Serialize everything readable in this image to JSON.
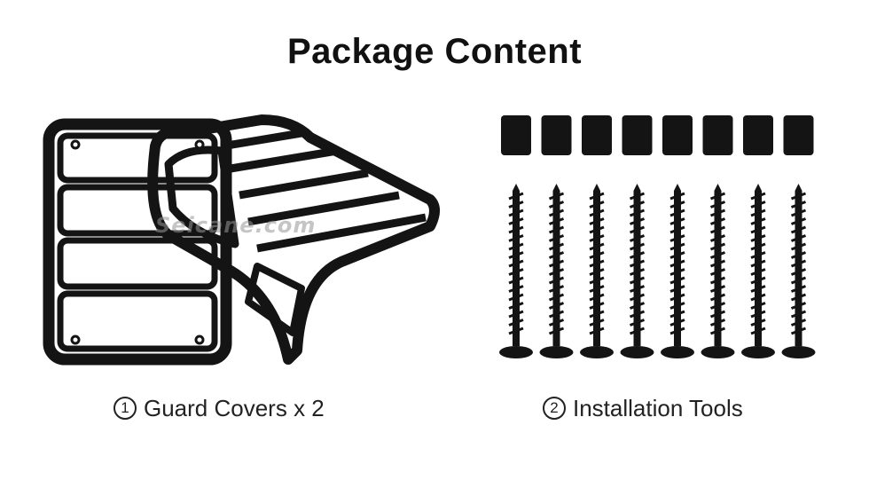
{
  "title": "Package Content",
  "watermark": "Seicane.com",
  "items": [
    {
      "number": "1",
      "label": "Guard Covers x 2"
    },
    {
      "number": "2",
      "label": "Installation Tools"
    }
  ],
  "colors": {
    "metal": "#141414",
    "text": "#222222",
    "background": "#ffffff"
  }
}
